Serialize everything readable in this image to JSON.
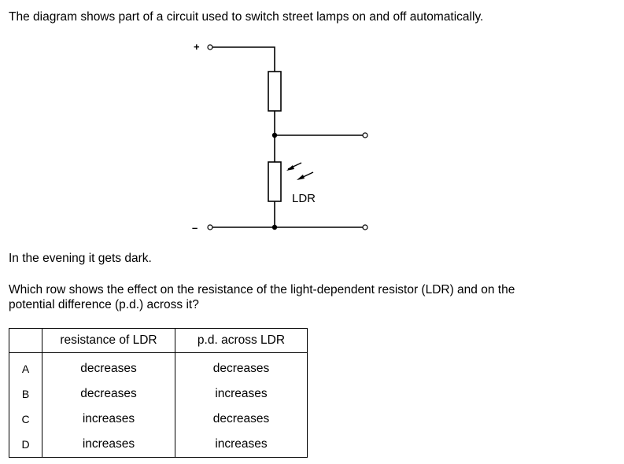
{
  "intro": "The diagram shows part of a circuit used to switch street lamps on and off automatically.",
  "circuit": {
    "plus_label": "+",
    "minus_label": "–",
    "ldr_label": "LDR"
  },
  "evening": "In the evening it gets dark.",
  "question_line1": "Which row shows the effect on the resistance of the light-dependent resistor (LDR) and on the",
  "question_line2": "potential difference (p.d.) across it?",
  "table": {
    "headers": [
      "",
      "resistance of LDR",
      "p.d. across LDR"
    ],
    "rows": [
      {
        "letter": "A",
        "resistance": "decreases",
        "pd": "decreases"
      },
      {
        "letter": "B",
        "resistance": "decreases",
        "pd": "increases"
      },
      {
        "letter": "C",
        "resistance": "increases",
        "pd": "decreases"
      },
      {
        "letter": "D",
        "resistance": "increases",
        "pd": "increases"
      }
    ]
  }
}
